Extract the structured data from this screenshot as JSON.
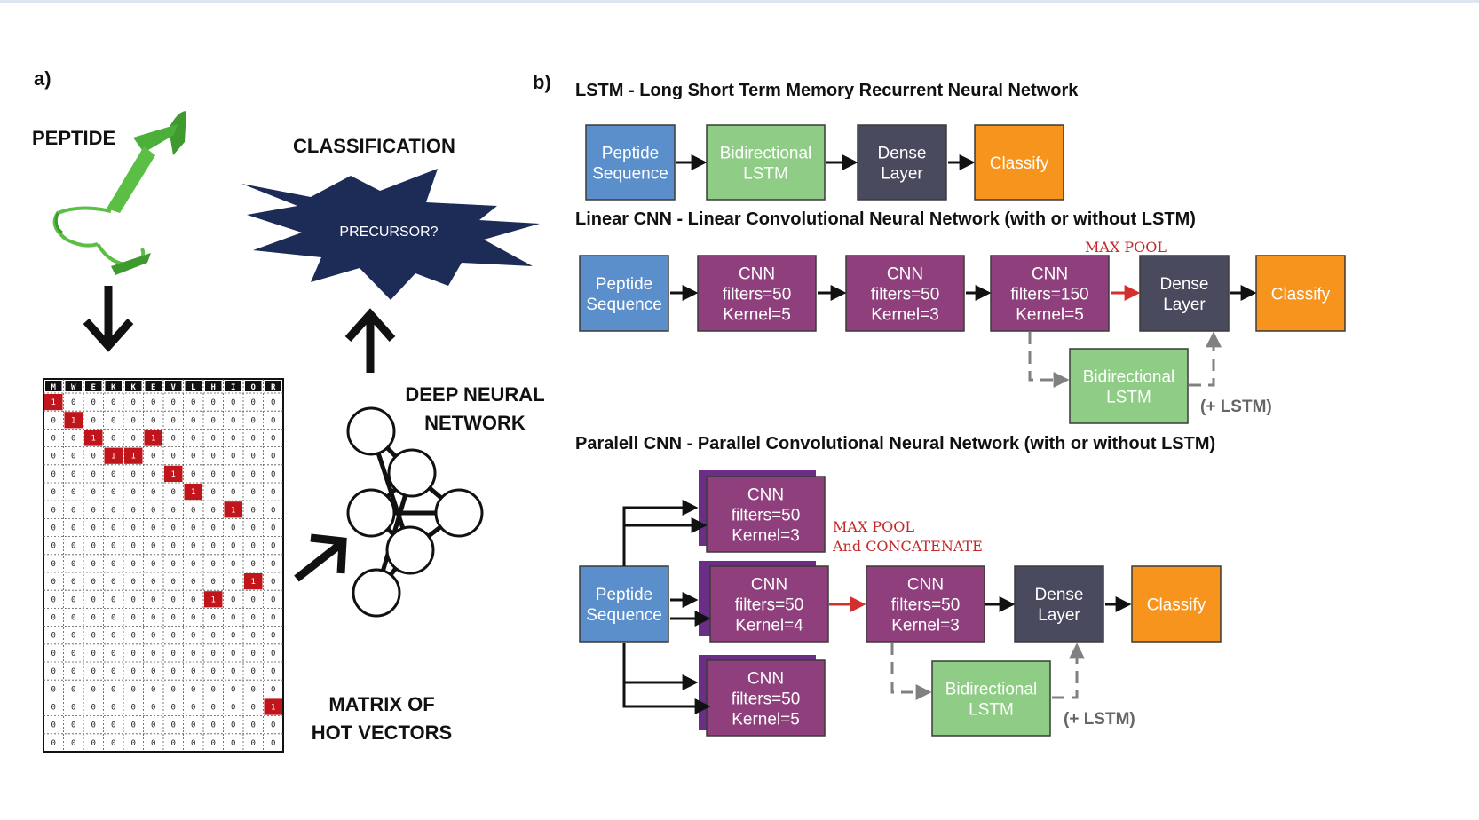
{
  "colors": {
    "peptide": "#5b8fcb",
    "lstm": "#8fcc85",
    "dense": "#4a4a5e",
    "classify": "#f7941d",
    "cnn": "#8e3f7c",
    "cnn_back": "#6a2e86",
    "red_arrow": "#d32f2f",
    "hot_cell": "#c0151a",
    "star": "#1d2c57",
    "gray_dashed": "#808080"
  },
  "panel_a": {
    "label": "a)",
    "peptide": "PEPTIDE",
    "classification": "CLASSIFICATION",
    "precursor": "PRECURSOR?",
    "deep_nn_line1": "DEEP NEURAL",
    "deep_nn_line2": "NETWORK",
    "matrix_line1": "MATRIX OF",
    "matrix_line2": "HOT VECTORS",
    "matrix_header": [
      "M",
      "W",
      "E",
      "K",
      "K",
      "E",
      "V",
      "L",
      "H",
      "I",
      "Q",
      "R"
    ],
    "matrix_hot_cells": [
      [
        0,
        0
      ],
      [
        1,
        1
      ],
      [
        2,
        2
      ],
      [
        2,
        5
      ],
      [
        3,
        3
      ],
      [
        3,
        4
      ],
      [
        4,
        6
      ],
      [
        5,
        7
      ],
      [
        6,
        9
      ],
      [
        10,
        10
      ],
      [
        11,
        8
      ],
      [
        17,
        11
      ]
    ],
    "matrix_rows": 20,
    "icons": [
      "peptide-ribbon-icon",
      "arrow-down-icon",
      "arrow-up-icon",
      "arrow-diagonal-icon",
      "neural-network-icon",
      "starburst-icon"
    ]
  },
  "panel_b": {
    "label": "b)",
    "lstm_section": {
      "title": "LSTM - Long Short Term Memory Recurrent Neural Network",
      "boxes": [
        {
          "lines": [
            "Peptide",
            "Sequence"
          ],
          "kind": "peptide"
        },
        {
          "lines": [
            "Bidirectional",
            "LSTM"
          ],
          "kind": "lstm"
        },
        {
          "lines": [
            "Dense",
            "Layer"
          ],
          "kind": "dense"
        },
        {
          "lines": [
            "Classify"
          ],
          "kind": "classify"
        }
      ]
    },
    "linear_section": {
      "title": "Linear CNN - Linear Convolutional Neural Network (with or without LSTM)",
      "max_pool": "MAX POOL",
      "boxes": [
        {
          "lines": [
            "Peptide",
            "Sequence"
          ],
          "kind": "peptide"
        },
        {
          "lines": [
            "CNN",
            "filters=50",
            "Kernel=5"
          ],
          "kind": "cnn"
        },
        {
          "lines": [
            "CNN",
            "filters=50",
            "Kernel=3"
          ],
          "kind": "cnn"
        },
        {
          "lines": [
            "CNN",
            "filters=150",
            "Kernel=5"
          ],
          "kind": "cnn"
        },
        {
          "lines": [
            "Dense",
            "Layer"
          ],
          "kind": "dense"
        },
        {
          "lines": [
            "Classify"
          ],
          "kind": "classify"
        },
        {
          "lines": [
            "Bidirectional",
            "LSTM"
          ],
          "kind": "lstm"
        }
      ],
      "lstm_note": "(+ LSTM)"
    },
    "parallel_section": {
      "title": "Paralell CNN - Parallel Convolutional Neural Network (with or without LSTM)",
      "max_pool_line1": "MAX POOL",
      "max_pool_line2": "And CONCATENATE",
      "boxes": [
        {
          "lines": [
            "CNN",
            "filters=50",
            "Kernel=3"
          ],
          "kind": "cnn"
        },
        {
          "lines": [
            "Peptide",
            "Sequence"
          ],
          "kind": "peptide"
        },
        {
          "lines": [
            "CNN",
            "filters=50",
            "Kernel=4"
          ],
          "kind": "cnn"
        },
        {
          "lines": [
            "CNN",
            "filters=50",
            "Kernel=3"
          ],
          "kind": "cnn"
        },
        {
          "lines": [
            "Dense",
            "Layer"
          ],
          "kind": "dense"
        },
        {
          "lines": [
            "Classify"
          ],
          "kind": "classify"
        },
        {
          "lines": [
            "CNN",
            "filters=50",
            "Kernel=5"
          ],
          "kind": "cnn"
        },
        {
          "lines": [
            "Bidirectional",
            "LSTM"
          ],
          "kind": "lstm"
        }
      ],
      "lstm_note": "(+ LSTM)"
    }
  }
}
